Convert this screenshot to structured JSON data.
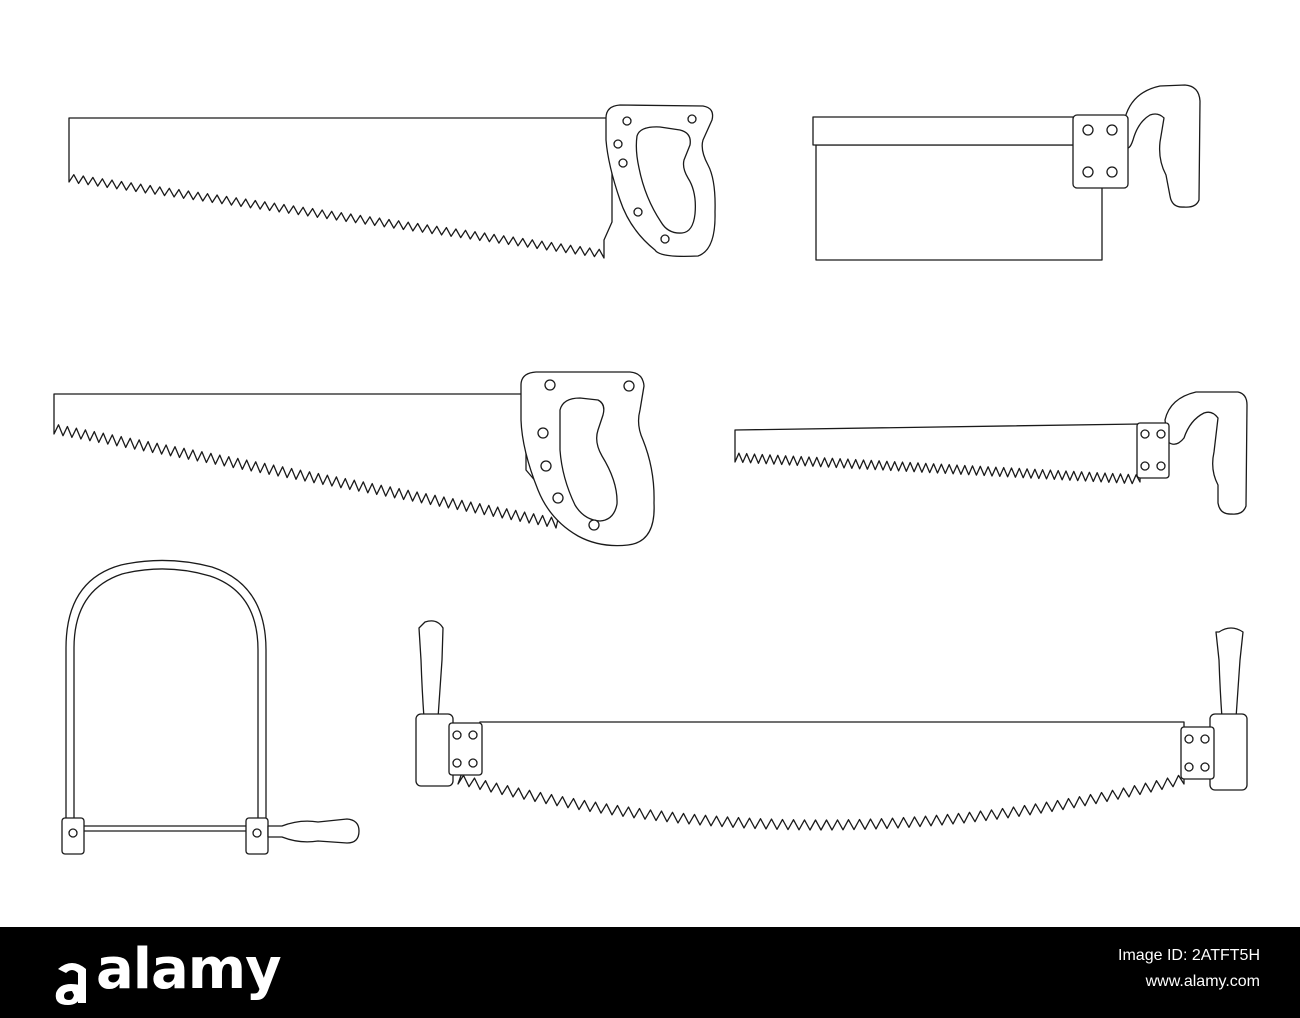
{
  "illustration": {
    "style": "black outline on white",
    "stroke_color": "#1a1a1a",
    "background_color": "#ffffff",
    "items": [
      {
        "name": "hand-saw",
        "icon": "hand-saw-icon"
      },
      {
        "name": "back-saw",
        "icon": "back-saw-icon"
      },
      {
        "name": "rip-saw",
        "icon": "hand-saw-icon"
      },
      {
        "name": "narrow-saw",
        "icon": "keyhole-saw-icon"
      },
      {
        "name": "coping-saw",
        "icon": "coping-saw-icon"
      },
      {
        "name": "two-man-crosscut-saw",
        "icon": "crosscut-saw-icon"
      }
    ]
  },
  "footer": {
    "background_color": "#000000",
    "logo": "alamy",
    "image_id": "Image ID: 2ATFT5H",
    "site": "www.alamy.com"
  }
}
